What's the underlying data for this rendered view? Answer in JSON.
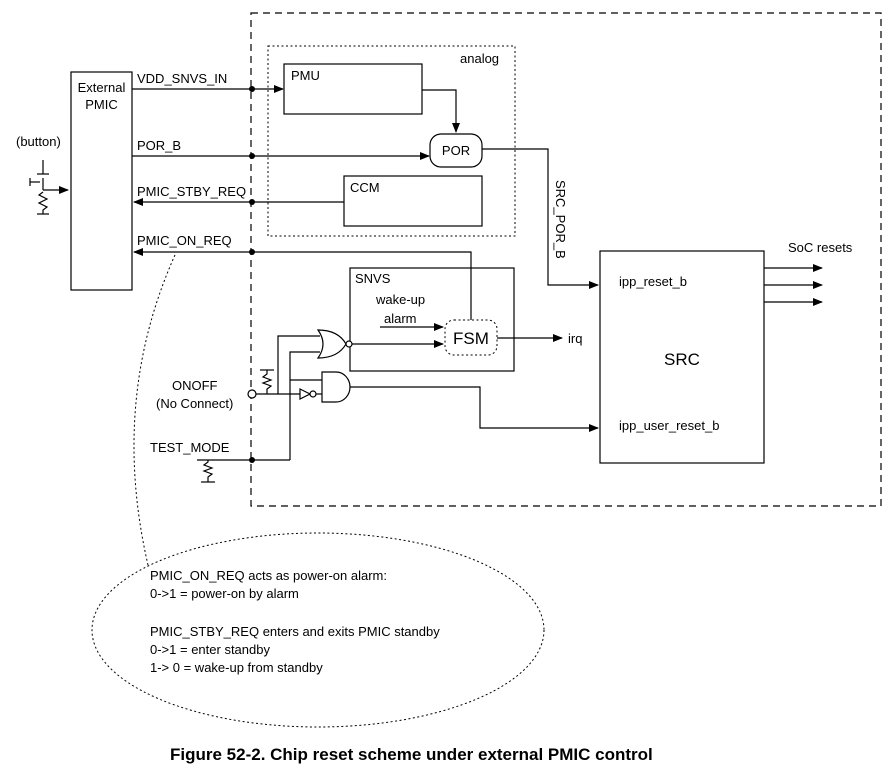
{
  "blocks": {
    "external_pmic": [
      "External",
      "PMIC"
    ],
    "analog": "analog",
    "pmu": "PMU",
    "por": "POR",
    "ccm": "CCM",
    "snvs": "SNVS",
    "fsm": "FSM",
    "src": "SRC"
  },
  "signals": {
    "vdd_snvs_in": "VDD_SNVS_IN",
    "por_b": "POR_B",
    "pmic_stby_req": "PMIC_STBY_REQ",
    "pmic_on_req": "PMIC_ON_REQ",
    "button": "(button)",
    "onoff": [
      "ONOFF",
      "(No Connect)"
    ],
    "test_mode": "TEST_MODE",
    "wakeup_alarm": [
      "wake-up",
      "alarm"
    ],
    "irq": "irq",
    "src_por_b": "SRC_POR_B",
    "ipp_reset_b": "ipp_reset_b",
    "ipp_user_reset_b": "ipp_user_reset_b",
    "soc_resets": "SoC resets"
  },
  "note": {
    "lines": [
      "PMIC_ON_REQ acts as power-on alarm:",
      "0->1 = power-on by alarm",
      "",
      "PMIC_STBY_REQ enters and exits PMIC standby",
      "0->1 = enter standby",
      "1-> 0 = wake-up from standby"
    ]
  },
  "caption": "Figure 52-2. Chip reset scheme under external PMIC control"
}
